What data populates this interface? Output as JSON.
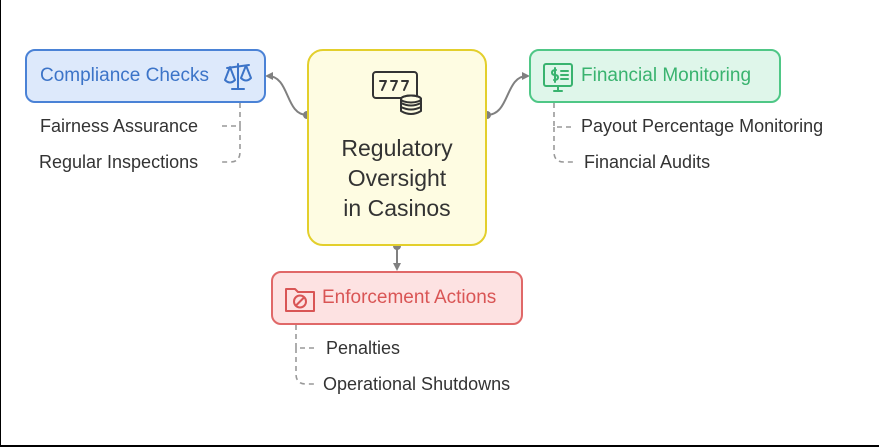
{
  "central": {
    "title_lines": [
      "Regulatory",
      "Oversight",
      "in Casinos"
    ],
    "icon": "slot-machine-coins-icon",
    "colors": {
      "fill": "#fefce2",
      "border": "#e3cf2c"
    }
  },
  "branches": {
    "compliance": {
      "title": "Compliance Checks",
      "icon": "scales-icon",
      "items": [
        "Fairness Assurance",
        "Regular Inspections"
      ],
      "colors": {
        "fill": "#dde9fb",
        "border": "#4a82d6",
        "text": "#3c74c8"
      }
    },
    "financial": {
      "title": "Financial Monitoring",
      "icon": "financial-report-icon",
      "items": [
        "Payout Percentage Monitoring",
        "Financial Audits"
      ],
      "colors": {
        "fill": "#dff6ea",
        "border": "#4fc786",
        "text": "#39b36f"
      }
    },
    "enforcement": {
      "title": "Enforcement Actions",
      "icon": "prohibited-folder-icon",
      "items": [
        "Penalties",
        "Operational Shutdowns"
      ],
      "colors": {
        "fill": "#fde2e2",
        "border": "#e06868",
        "text": "#d95555"
      }
    }
  }
}
